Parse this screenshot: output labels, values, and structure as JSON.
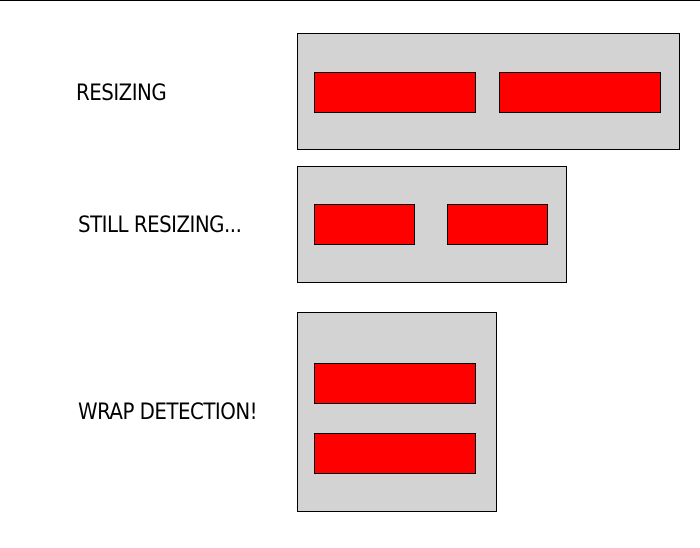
{
  "rows": [
    {
      "label": "RESIZING",
      "layout": "row"
    },
    {
      "label": "STILL RESIZING...",
      "layout": "row"
    },
    {
      "label": "WRAP DETECTION!",
      "layout": "wrapped"
    }
  ],
  "colors": {
    "panel": "#d3d3d3",
    "item": "#ff0000",
    "border": "#000000",
    "background": "#ffffff"
  }
}
